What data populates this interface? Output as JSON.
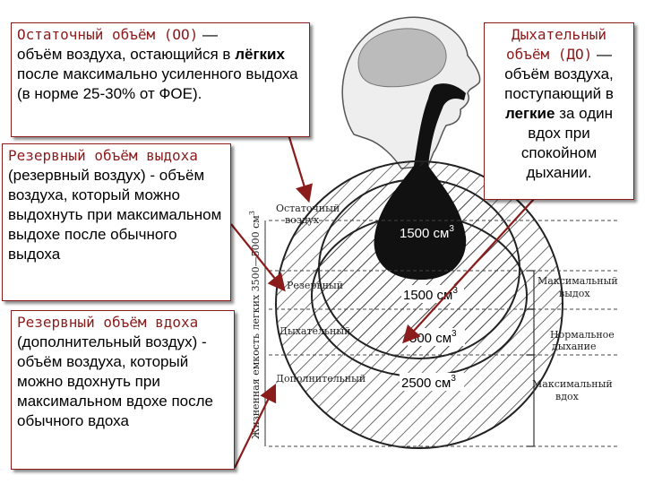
{
  "residual_box": {
    "term": "Остаточный объём (ОО)",
    "dash": " —",
    "text1": "объём воздуха, остающийся в ",
    "bold": "лёгких",
    "text2": " после максимально усиленного выдоха (в норме 25-30% от ФОЕ)."
  },
  "tidal_box": {
    "term": "Дыхательный объём (ДО)",
    "dash": " —",
    "text1": "объём воздуха, поступающий в ",
    "bold": "легкие",
    "text2": " за один вдох при спокойном дыхании."
  },
  "exp_reserve_box": {
    "term": "Резервный объём выдоха",
    "text": " (резервный воздух) - объём воздуха, который можно выдохнуть при максимальном выдохе после обычного выдоха"
  },
  "insp_reserve_box": {
    "term": "Резервный объём вдоха",
    "text": " (дополнительный воздух) - объём воздуха, который можно вдохнуть при максимальном вдохе после обычного вдоха"
  },
  "diagram": {
    "vertical_label": "Жизненная емкость легких 3500—5000 см",
    "vertical_sup": "3",
    "labels": {
      "residual": "Остаточный воздух",
      "reserve": "Резервный",
      "tidal": "Дыхательный",
      "supplemental": "Дополнительный"
    },
    "volumes": {
      "residual": "1500 см",
      "reserve": "1500 см",
      "tidal": "500 см",
      "supplemental": "2500 см",
      "sup": "3"
    },
    "right_labels": {
      "max_exhale": "Максимальный выдох",
      "normal_breath": "Нормальное дыхание",
      "max_inhale": "Максимальный вдох"
    },
    "colors": {
      "accent": "#8a1c1c",
      "lung": "#111111",
      "hatch": "#333333"
    }
  }
}
